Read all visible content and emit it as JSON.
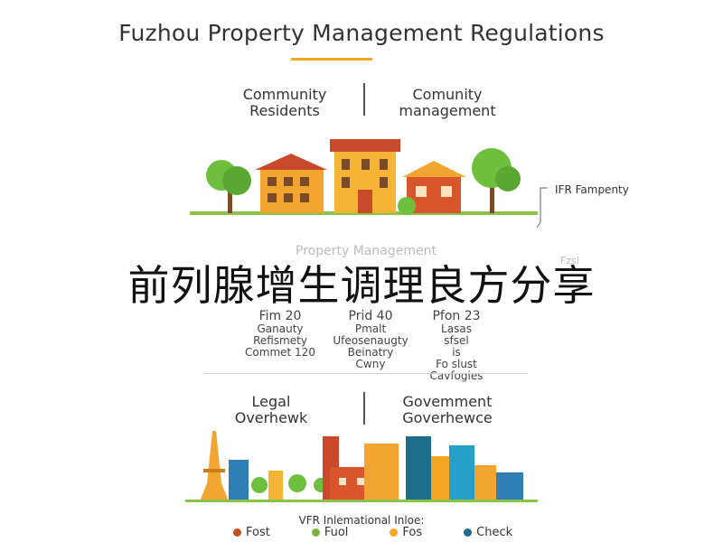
{
  "title": "Fuzhou Property Management Regulations",
  "top_left": [
    "Community",
    "Residents"
  ],
  "top_right": [
    "Comunity",
    "management"
  ],
  "side_label": "IFR Fampenty",
  "side_small": "Fzsl",
  "faded_mid": "Property Management",
  "overlay": "前列腺增生调理良方分享",
  "col1": [
    "Fim 20",
    "Ganauty",
    "Refismety",
    "Commet 120"
  ],
  "col2": [
    "Prid 40",
    "Pmalt",
    "Ufeosenaugty",
    "Beinatry",
    "Cwny"
  ],
  "col3": [
    "Pfon 23",
    "Lasas",
    "sfsel",
    "is",
    "Fo slust",
    "Cavfogies"
  ],
  "bottom_left": [
    "Legal",
    "Overhewk"
  ],
  "bottom_right": [
    "Govemment",
    "Goverhewce"
  ],
  "legend_title": "VFR Inlemational Inloe:",
  "legend": [
    {
      "label": "Fost",
      "color": "#c0501d"
    },
    {
      "label": "Fuol",
      "color": "#7cb342"
    },
    {
      "label": "Fos",
      "color": "#f5a623"
    },
    {
      "label": "Check",
      "color": "#1f6d8c"
    }
  ],
  "colors": {
    "accent": "#f5a623",
    "tree": "#6fbf3f",
    "house_red": "#c94a2a",
    "house_orange": "#f2a531"
  }
}
